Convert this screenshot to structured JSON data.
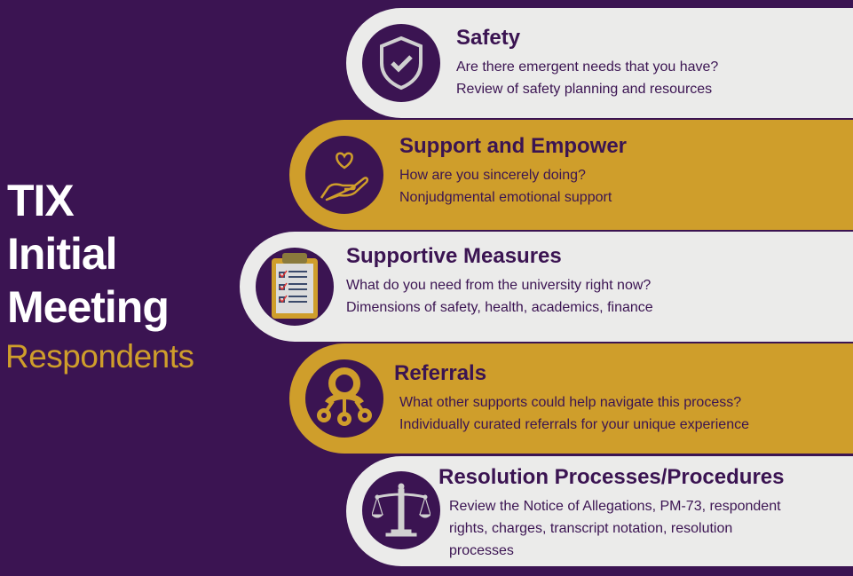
{
  "title": {
    "line1": "TIX",
    "line2": "Initial",
    "line3": "Meeting",
    "subtitle": "Respondents"
  },
  "colors": {
    "background": "#3b1452",
    "gold": "#cf9e2b",
    "light": "#ebebea"
  },
  "steps": [
    {
      "icon": "shield-check-icon",
      "heading": "Safety",
      "lines": [
        "Are there emergent needs that you have?",
        "Review of safety planning and resources"
      ]
    },
    {
      "icon": "heart-hand-icon",
      "heading": "Support and Empower",
      "lines": [
        "How are you sincerely doing?",
        "Nonjudgmental emotional support"
      ]
    },
    {
      "icon": "clipboard-checklist-icon",
      "heading": "Supportive Measures",
      "lines": [
        "What do you need from the university right now?",
        "Dimensions of safety, health, academics, finance"
      ]
    },
    {
      "icon": "referral-network-icon",
      "heading": "Referrals",
      "lines": [
        "What other supports could help navigate this process?",
        "Individually curated referrals for your unique experience"
      ]
    },
    {
      "icon": "scales-icon",
      "heading": "Resolution Processes/Procedures",
      "lines": [
        "Review the Notice of Allegations, PM-73, respondent",
        "rights, charges, transcript notation, resolution",
        "processes"
      ]
    }
  ]
}
